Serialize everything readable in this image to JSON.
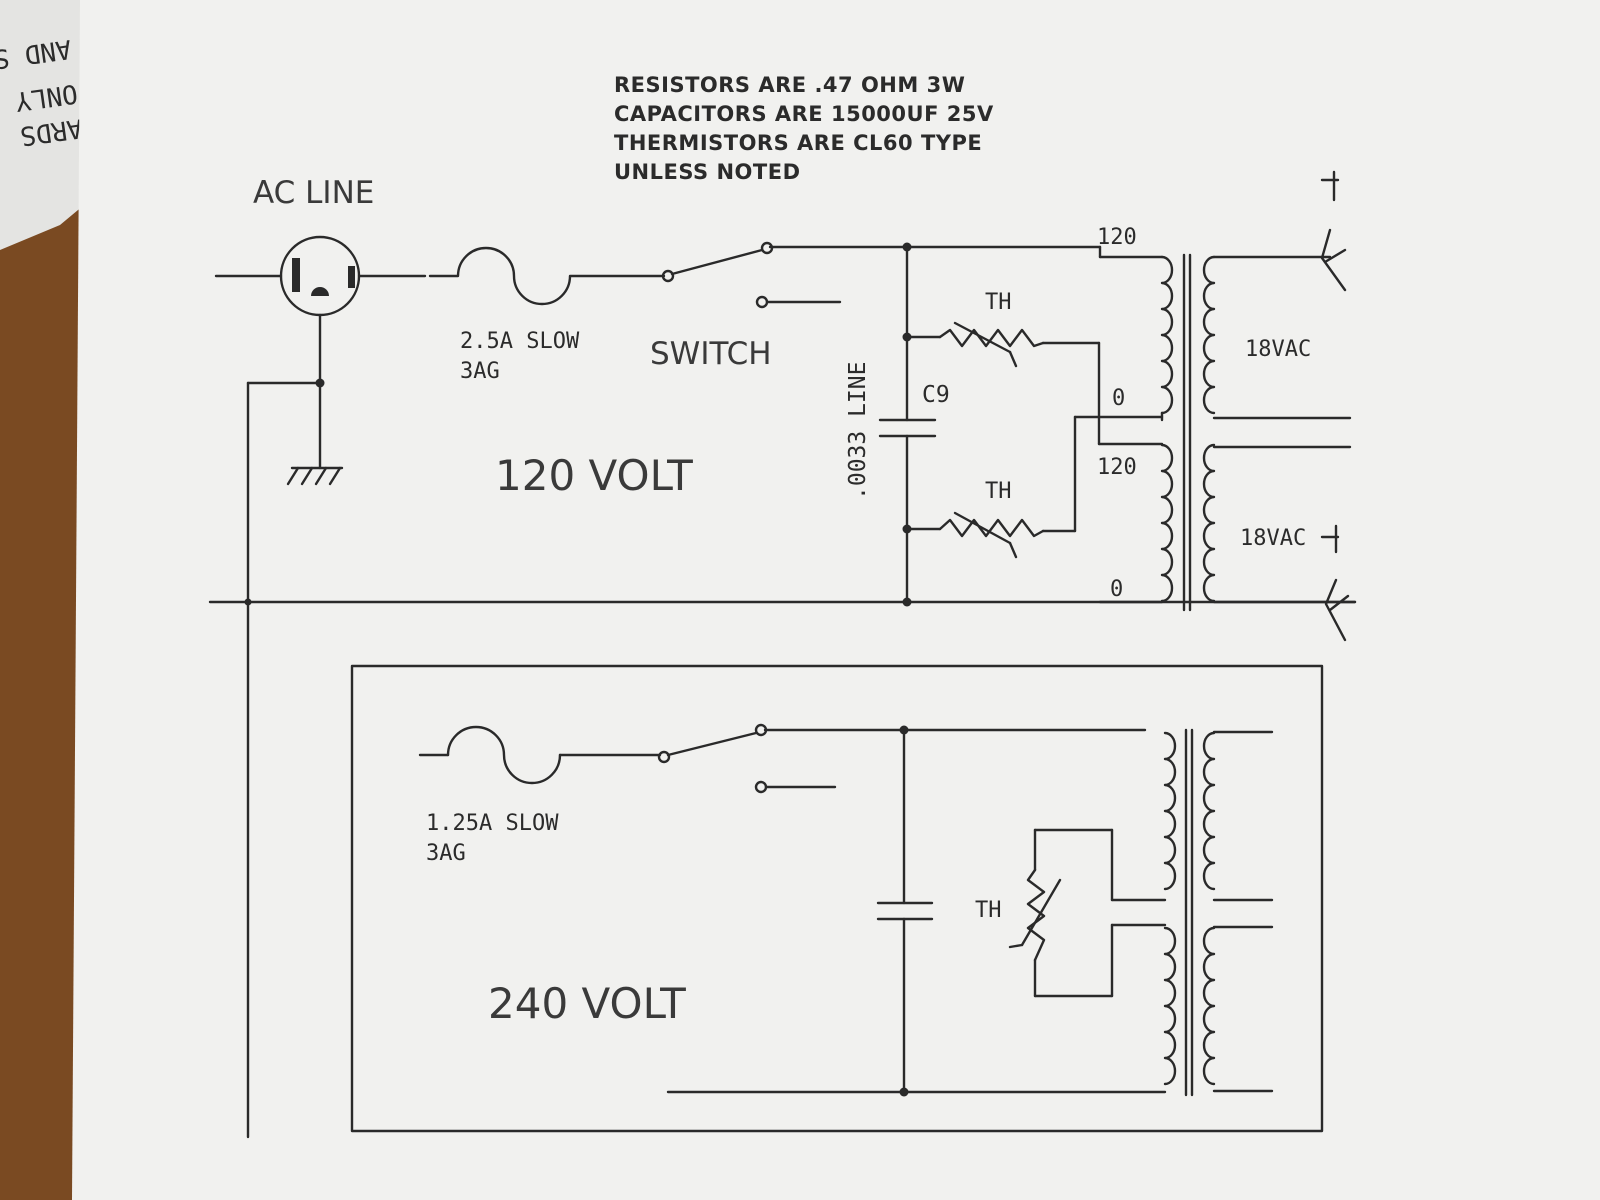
{
  "notes": {
    "line1": "RESISTORS ARE .47 OHM 3W",
    "line2": "CAPACITORS ARE 15000UF 25V",
    "line3": "THERMISTORS ARE CL60 TYPE",
    "line4": "UNLESS NOTED"
  },
  "paper_edge_text": {
    "line1": "AND S",
    "line2": "ONLY",
    "line3": "ARDS"
  },
  "ac_line_label": "AC LINE",
  "fuse_120": {
    "rating": "2.5A SLOW",
    "type": "3AG"
  },
  "switch_label": "SWITCH",
  "section_120_label": "120 VOLT",
  "line_cap": {
    "value": ".0033 LINE",
    "ref": "C9"
  },
  "thermistor_label": "TH",
  "transformer": {
    "tap_top": "120",
    "tap_mid": "0",
    "tap_second": "120",
    "tap_bottom": "0",
    "secondary_top": "18VAC",
    "secondary_bottom": "18VAC"
  },
  "fuse_240": {
    "rating": "1.25A SLOW",
    "type": "3AG"
  },
  "section_240_label": "240 VOLT",
  "colors": {
    "paper": "#f1f1ef",
    "ink": "#2a2a2a",
    "wood": "#7a4a22"
  }
}
